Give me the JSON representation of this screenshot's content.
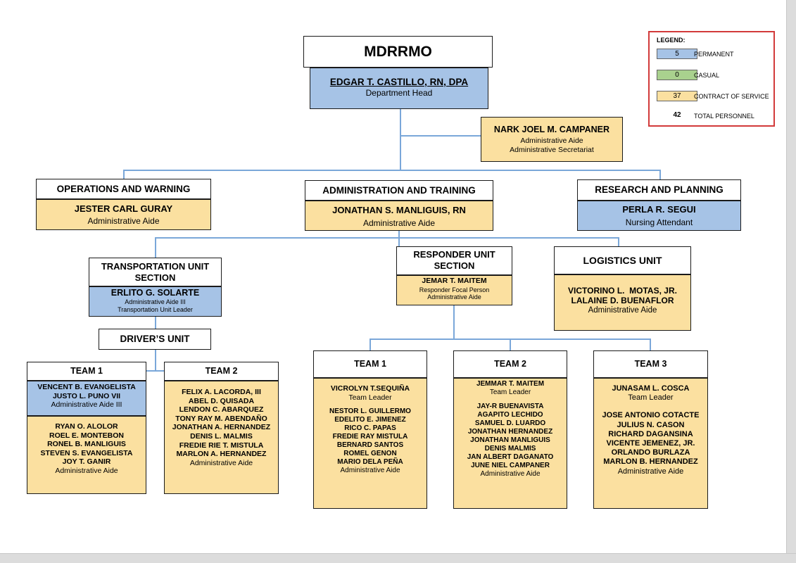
{
  "legend": {
    "title": "LEGEND:",
    "items": [
      {
        "count": "5",
        "label": "PERMANENT",
        "color": "#a6c3e6"
      },
      {
        "count": "0",
        "label": "CASUAL",
        "color": "#a9d18e"
      },
      {
        "count": "37",
        "label": "CONTRACT OF SERVICE",
        "color": "#fbe0a0"
      },
      {
        "count": "42",
        "label": "TOTAL PERSONNEL",
        "color": "#ffffff"
      }
    ]
  },
  "head": {
    "office": "MDRRMO",
    "name": "EDGAR T. CASTILLO, RN, DPA",
    "role": "Department Head"
  },
  "secretariat": {
    "name": "NARK JOEL M. CAMPANER",
    "role1": "Administrative Aide",
    "role2": "Administrative Secretariat"
  },
  "divisions": {
    "operations": {
      "title": "OPERATIONS AND WARNING",
      "name": "JESTER CARL GURAY",
      "role": "Administrative Aide"
    },
    "administration": {
      "title": "ADMINISTRATION AND TRAINING",
      "name": "JONATHAN S. MANLIGUIS, RN",
      "role": "Administrative Aide"
    },
    "research": {
      "title": "RESEARCH AND PLANNING",
      "name": "PERLA R. SEGUI",
      "role": "Nursing Attendant"
    }
  },
  "units": {
    "transportation": {
      "title1": "TRANSPORTATION UNIT",
      "title2": "SECTION",
      "name": "ERLITO G. SOLARTE",
      "role1": "Administrative Aide III",
      "role2": "Transportation Unit Leader"
    },
    "drivers": {
      "title": "DRIVER’S UNIT"
    },
    "responder": {
      "title1": "RESPONDER UNIT",
      "title2": "SECTION",
      "name": "JEMAR T. MAITEM",
      "role1": "Responder Focal Person",
      "role2": "Administrative Aide"
    },
    "logistics": {
      "title": "LOGISTICS UNIT",
      "name1": "VICTORINO L.  MOTAS, JR.",
      "name2": "LALAINE D. BUENAFLOR",
      "role": "Administrative Aide"
    }
  },
  "driver_teams": [
    {
      "title": "TEAM 1",
      "perm_names": [
        "VENCENT B. EVANGELISTA",
        "JUSTO L. PUNO VII"
      ],
      "perm_role": "Administrative Aide III",
      "names": [
        "RYAN O. ALOLOR",
        "ROEL E. MONTEBON",
        "RONEL B. MANLIGUIS",
        "STEVEN S. EVANGELISTA",
        "JOY T. GANIR"
      ],
      "role": "Administrative Aide"
    },
    {
      "title": "TEAM 2",
      "names": [
        "FELIX A. LACORDA, III",
        "ABEL D. QUISADA",
        "LENDON C. ABARQUEZ",
        "TONY RAY M. ABENDAÑO",
        "JONATHAN A. HERNANDEZ",
        "DENIS L. MALMIS",
        "FREDIE RIE T. MISTULA",
        "MARLON A. HERNANDEZ"
      ],
      "role": "Administrative Aide"
    }
  ],
  "responder_teams": [
    {
      "title": "TEAM 1",
      "leader": "VICROLYN T.SEQUIÑA",
      "leader_role": "Team Leader",
      "names": [
        "NESTOR L. GUILLERMO",
        "EDELITO E. JIMENEZ",
        "RICO C. PAPAS",
        "FREDIE RAY MISTULA",
        "BERNARD SANTOS",
        "ROMEL GENON",
        "MARIO DELA PEÑA"
      ],
      "role": "Administrative Aide"
    },
    {
      "title": "TEAM 2",
      "leader": "JEMMAR T. MAITEM",
      "leader_role": "Team Leader",
      "names": [
        "JAY-R BUENAVISTA",
        "AGAPITO LECHIDO",
        "SAMUEL D. LUARDO",
        "JONATHAN HERNANDEZ",
        "JONATHAN MANLIGUIS",
        "DENIS MALMIS",
        "JAN ALBERT DAGANATO",
        "JUNE NIEL CAMPANER"
      ],
      "role": "Administrative Aide"
    },
    {
      "title": "TEAM 3",
      "leader": "JUNASAM L. COSCA",
      "leader_role": "Team Leader",
      "names": [
        "JOSE ANTONIO COTACTE",
        "JULIUS N. CASON",
        "RICHARD DAGANSINA",
        "VICENTE JEMENEZ, JR.",
        "ORLANDO BURLAZA",
        "MARLON B. HERNANDEZ"
      ],
      "role": "Administrative Aide"
    }
  ]
}
